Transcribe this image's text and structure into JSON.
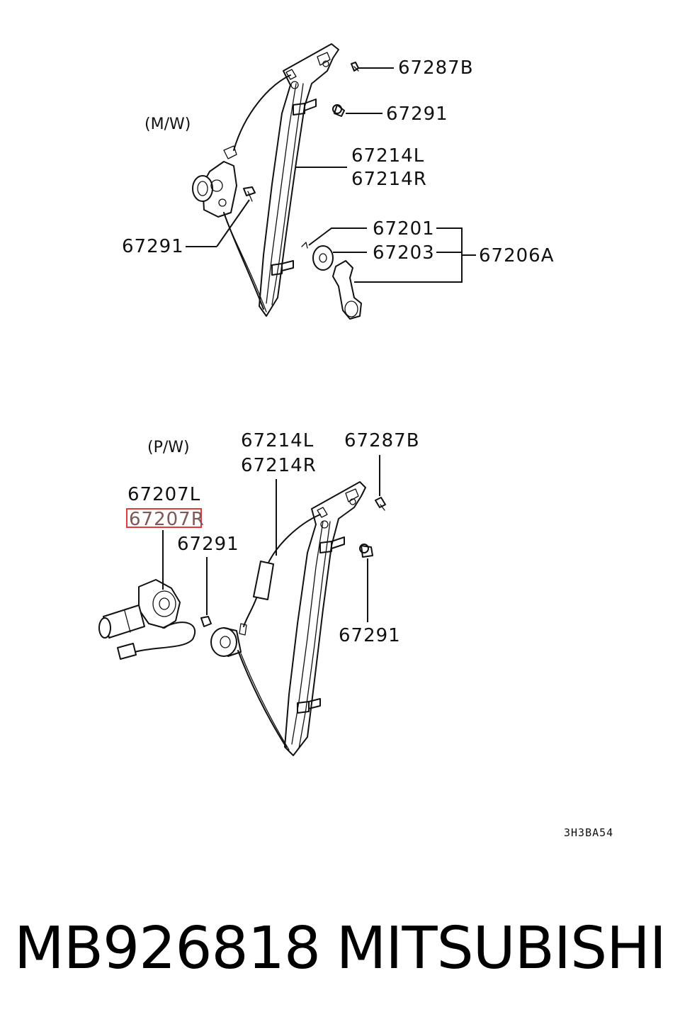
{
  "labels": {
    "mw": "(M/W)",
    "pw": "(P/W)",
    "top_67287B": "67287B",
    "top_67291_a": "67291",
    "top_67214L": "67214L",
    "top_67214R": "67214R",
    "top_67201": "67201",
    "top_67203": "67203",
    "top_67206A": "67206A",
    "top_67291_b": "67291",
    "bot_67214L": "67214L",
    "bot_67214R": "67214R",
    "bot_67287B": "67287B",
    "bot_67207L": "67207L",
    "bot_67207R": "67207R",
    "bot_67291_a": "67291",
    "bot_67291_b": "67291",
    "figure_code": "3H3BA54"
  },
  "highlight": {
    "part": "67207R",
    "color": "#e23b3b"
  },
  "footer": {
    "part_number": "MB926818",
    "brand": "MITSUBISHI"
  }
}
